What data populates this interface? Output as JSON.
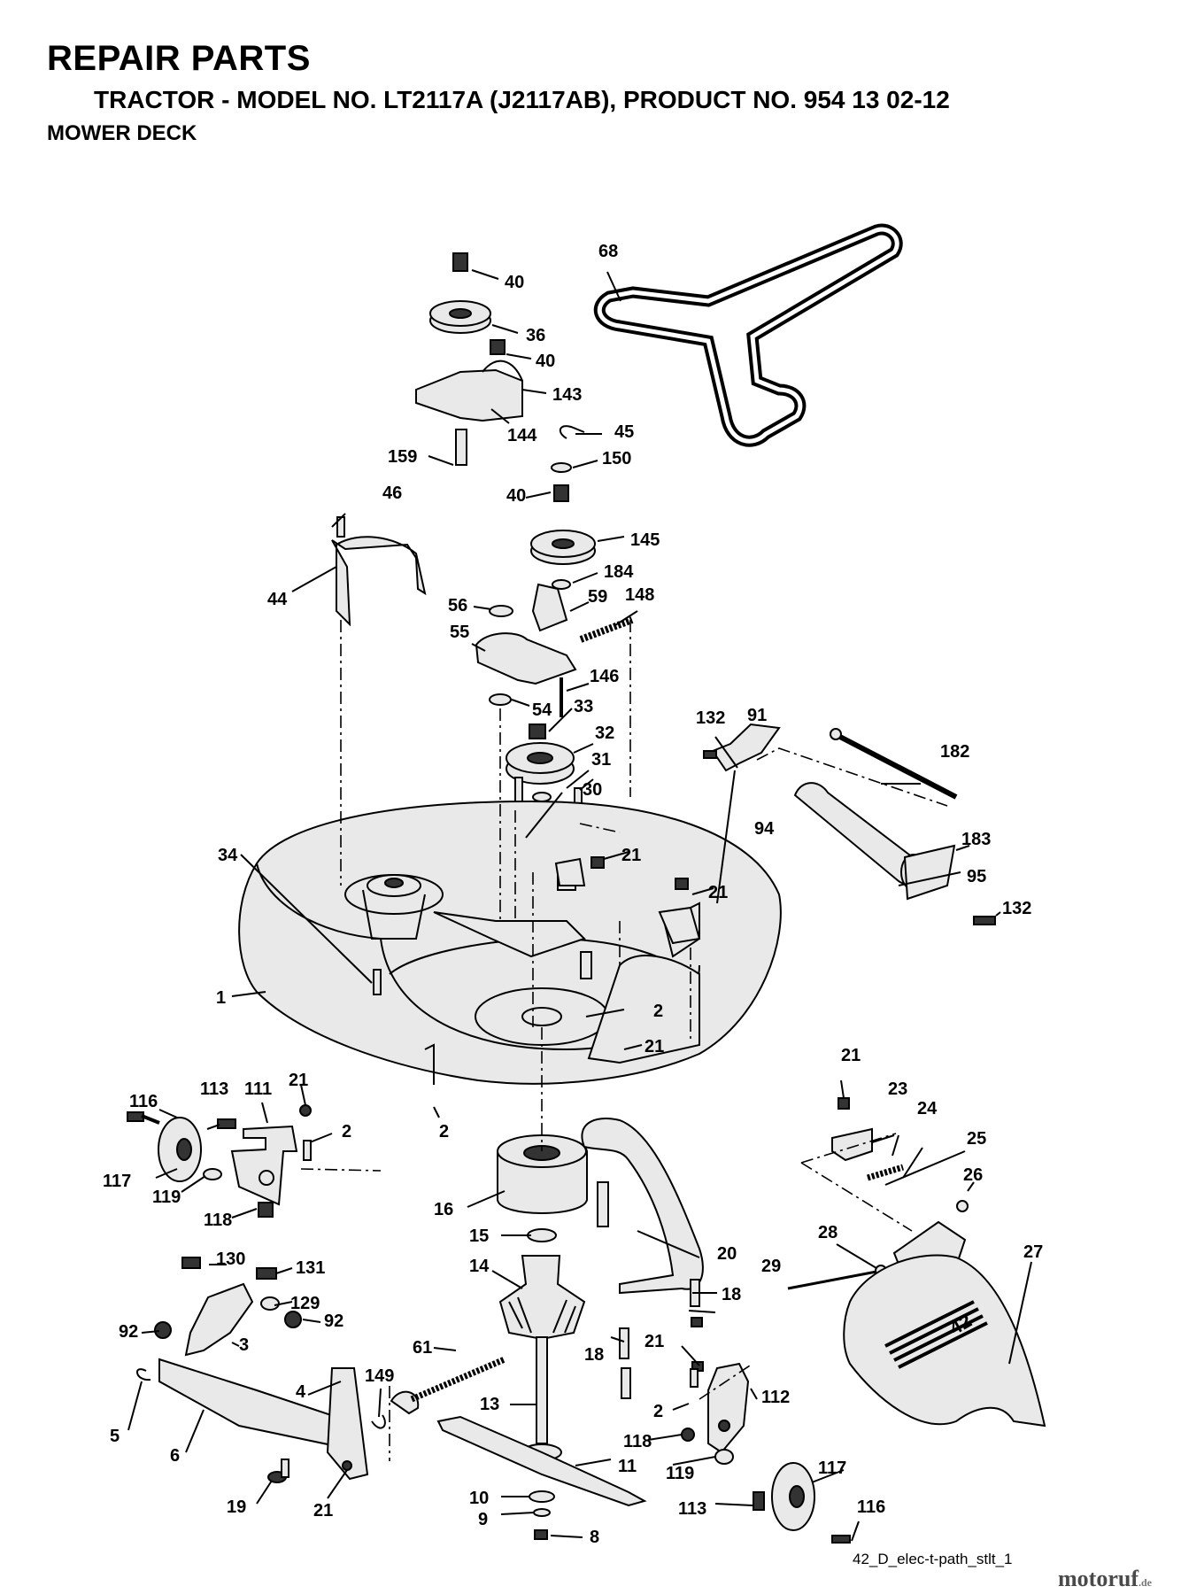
{
  "header": {
    "title": "REPAIR PARTS",
    "subtitle": "TRACTOR - MODEL NO. LT2117A (J2117AB),  PRODUCT NO. 954 13 02-12",
    "section": "MOWER DECK"
  },
  "footer": {
    "diagram_code": "42_D_elec-t-path_stlt_1",
    "watermark": "motoruf",
    "watermark_suffix": ".de"
  },
  "labels": {
    "p1": "1",
    "p2a": "2",
    "p2b": "2",
    "p2c": "2",
    "p2d": "2",
    "p3": "3",
    "p4": "4",
    "p5": "5",
    "p6": "6",
    "p8": "8",
    "p9": "9",
    "p10": "10",
    "p11": "11",
    "p13": "13",
    "p14": "14",
    "p15": "15",
    "p16": "16",
    "p18a": "18",
    "p18b": "18",
    "p19": "19",
    "p20": "20",
    "p21a": "21",
    "p21b": "21",
    "p21c": "21",
    "p21d": "21",
    "p21e": "21",
    "p21f": "21",
    "p21g": "21",
    "p23": "23",
    "p24": "24",
    "p25": "25",
    "p26": "26",
    "p27": "27",
    "p28": "28",
    "p29": "29",
    "p30": "30",
    "p31": "31",
    "p32": "32",
    "p33": "33",
    "p34": "34",
    "p36": "36",
    "p40a": "40",
    "p40b": "40",
    "p40c": "40",
    "p44": "44",
    "p45": "45",
    "p46": "46",
    "p54": "54",
    "p55": "55",
    "p56": "56",
    "p59": "59",
    "p61": "61",
    "p68": "68",
    "p91": "91",
    "p92a": "92",
    "p92b": "92",
    "p94": "94",
    "p95": "95",
    "p111": "111",
    "p112": "112",
    "p113a": "113",
    "p113b": "113",
    "p116a": "116",
    "p116b": "116",
    "p117a": "117",
    "p117b": "117",
    "p118a": "118",
    "p118b": "118",
    "p119a": "119",
    "p119b": "119",
    "p129": "129",
    "p130": "130",
    "p131": "131",
    "p132a": "132",
    "p132b": "132",
    "p143": "143",
    "p144": "144",
    "p145": "145",
    "p146": "146",
    "p148": "148",
    "p149": "149",
    "p150": "150",
    "p159": "159",
    "p182": "182",
    "p183": "183",
    "p184": "184",
    "deck_mark": "42"
  }
}
